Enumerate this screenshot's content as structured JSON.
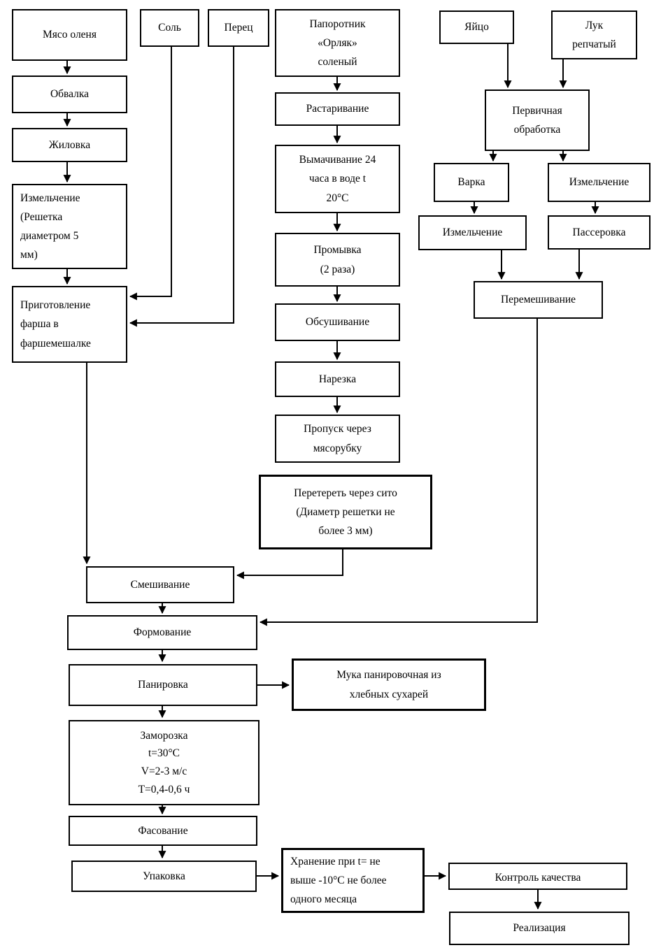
{
  "diagram": {
    "type": "flowchart",
    "language": "ru",
    "background_color": "#ffffff",
    "line_color": "#000000",
    "nodes": {
      "meat_deer": {
        "label": "Мясо оленя"
      },
      "salt": {
        "label": "Соль"
      },
      "pepper": {
        "label": "Перец"
      },
      "fern": {
        "label": "Папоротник\n«Орляк»\nсоленый"
      },
      "egg": {
        "label": "Яйцо"
      },
      "onion": {
        "label": "Лук\nрепчатый"
      },
      "deboning": {
        "label": "Обвалка"
      },
      "trimming": {
        "label": "Жиловка"
      },
      "grinding_5mm": {
        "label": "Измельчение\n(Решетка\nдиаметром  5\nмм)"
      },
      "mince_preparation": {
        "label": "Приготовление\nфарша в\nфаршемешалке"
      },
      "unpacking": {
        "label": "Растаривание"
      },
      "soaking": {
        "label": "Вымачивание  24\nчаса  в воде t\n20°С"
      },
      "washing": {
        "label": "Промывка\n(2 раза)"
      },
      "drying": {
        "label": "Обсушивание"
      },
      "cutting": {
        "label": "Нарезка"
      },
      "meat_grinder_pass": {
        "label": "Пропуск  через\nмясорубку"
      },
      "sieving": {
        "label": "Перетереть  через сито\n(Диаметр  решетки не\nболее 3 мм)"
      },
      "primary_processing": {
        "label": "Первичная\nобработка"
      },
      "boiling": {
        "label": "Варка"
      },
      "grinding_onion": {
        "label": "Измельчение"
      },
      "grinding_egg": {
        "label": "Измельчение"
      },
      "sauteing": {
        "label": "Пассеровка"
      },
      "premixing": {
        "label": "Перемешивание"
      },
      "mixing": {
        "label": "Смешивание"
      },
      "forming": {
        "label": "Формование"
      },
      "breading": {
        "label": "Панировка"
      },
      "breadcrumbs": {
        "label": "Мука панировочная  из\nхлебных  сухарей"
      },
      "freezing": {
        "label": "Заморозка\nt=30°С\nV=2-3 м/с\nТ=0,4-0,6 ч"
      },
      "portioning": {
        "label": "Фасование"
      },
      "packaging": {
        "label": "Упаковка"
      },
      "storage": {
        "label": "Хранение  при  t= не\nвыше -10°С не более\nодного месяца"
      },
      "quality_control": {
        "label": "Контроль качества"
      },
      "sale": {
        "label": "Реализация"
      }
    }
  }
}
